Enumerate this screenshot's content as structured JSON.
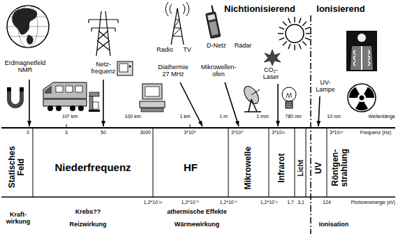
{
  "diagram": {
    "nodes": [
      {
        "text": [
          "Statisches Feld"
        ]
      },
      {
        "text": [
          "Niederfrequenz"
        ]
      },
      {
        "text": [
          "HF"
        ]
      },
      {
        "text": [
          "Mikrowelle"
        ]
      },
      {
        "text": [
          "Infrarot"
        ]
      },
      {
        "text": [
          "Licht"
        ]
      },
      {
        "text": [
          "UV"
        ]
      },
      {
        "text": [
          "Röntgen- strahlung"
        ]
      }
    ],
    "labels": [
      "Nichtionisierend",
      "Ionisierend",
      "Erdmagnetfeld NMR",
      "Netz- frequenz",
      "Radio",
      "TV",
      "D-Netz",
      "Radar",
      "Diathermie 27 MHz",
      "Mikrowellen- ofen",
      "CO₂- Laser",
      "UV- Lampe",
      "10⁵ km",
      "100 km",
      "1 km",
      "1 m",
      "1 mm",
      "780 nm",
      "10 nm",
      "Wellenlänge",
      "0",
      "3",
      "50",
      "3000",
      "3*10⁵",
      "3*10⁸",
      "3*10¹¹",
      "3*10¹⁶",
      "Frequenz (Hz)",
      "1,2*10⁻¹¹",
      "1,2*10⁻⁹",
      "1,2*10⁻⁶",
      "1,2*10⁻³",
      "1,7",
      "3,1",
      "124",
      "Photonenenergie (eV)",
      "Kraft- wirkung",
      "Krebs??",
      "Reizwirkung",
      "athermische Effekte",
      "Wärmewirkung",
      "Ionisation"
    ]
  }
}
